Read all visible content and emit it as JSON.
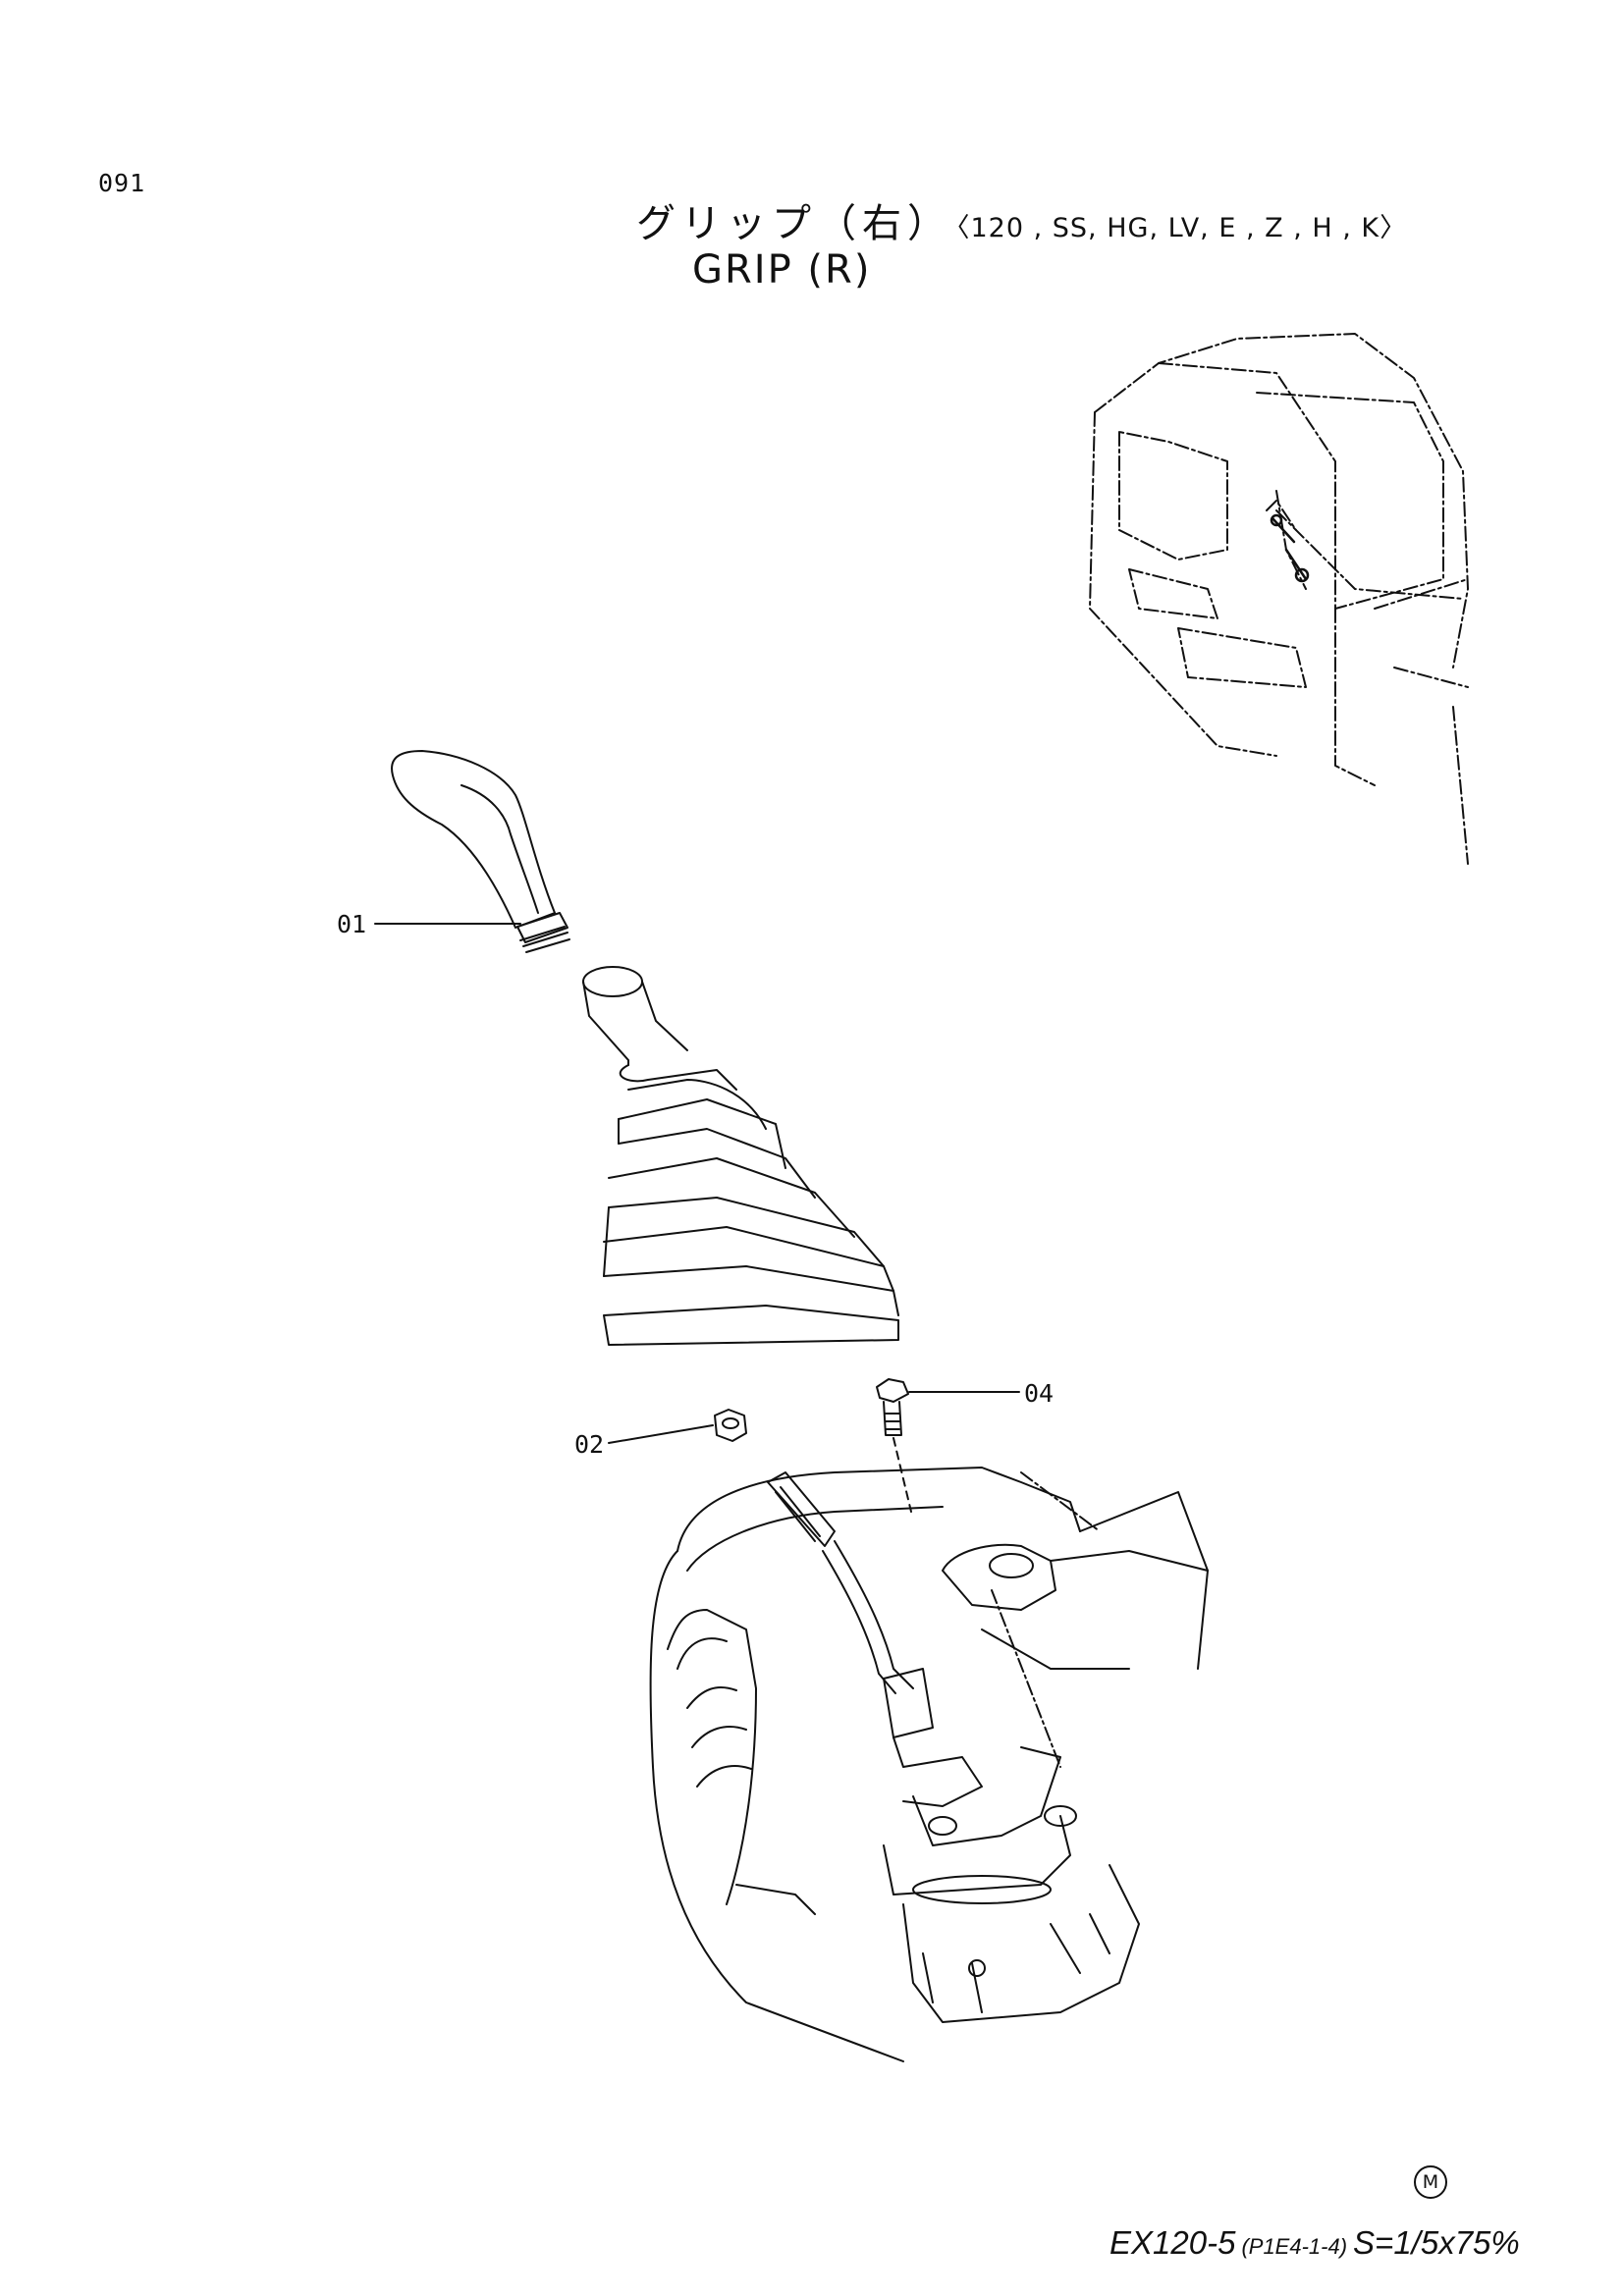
{
  "page_number": "091",
  "title": {
    "japanese": "グリップ（右）",
    "variants": "〈120 , SS, HG, LV, E , Z , H , K〉",
    "english": "GRIP  (R)"
  },
  "callouts": [
    {
      "label": "01",
      "part": "grip"
    },
    {
      "label": "02",
      "part": "nut"
    },
    {
      "label": "04",
      "part": "bolt"
    }
  ],
  "footer": {
    "marker": "M",
    "model": "EX120-5",
    "code": "(P1E4-1-4)",
    "scale": "S=1/5x75%"
  }
}
